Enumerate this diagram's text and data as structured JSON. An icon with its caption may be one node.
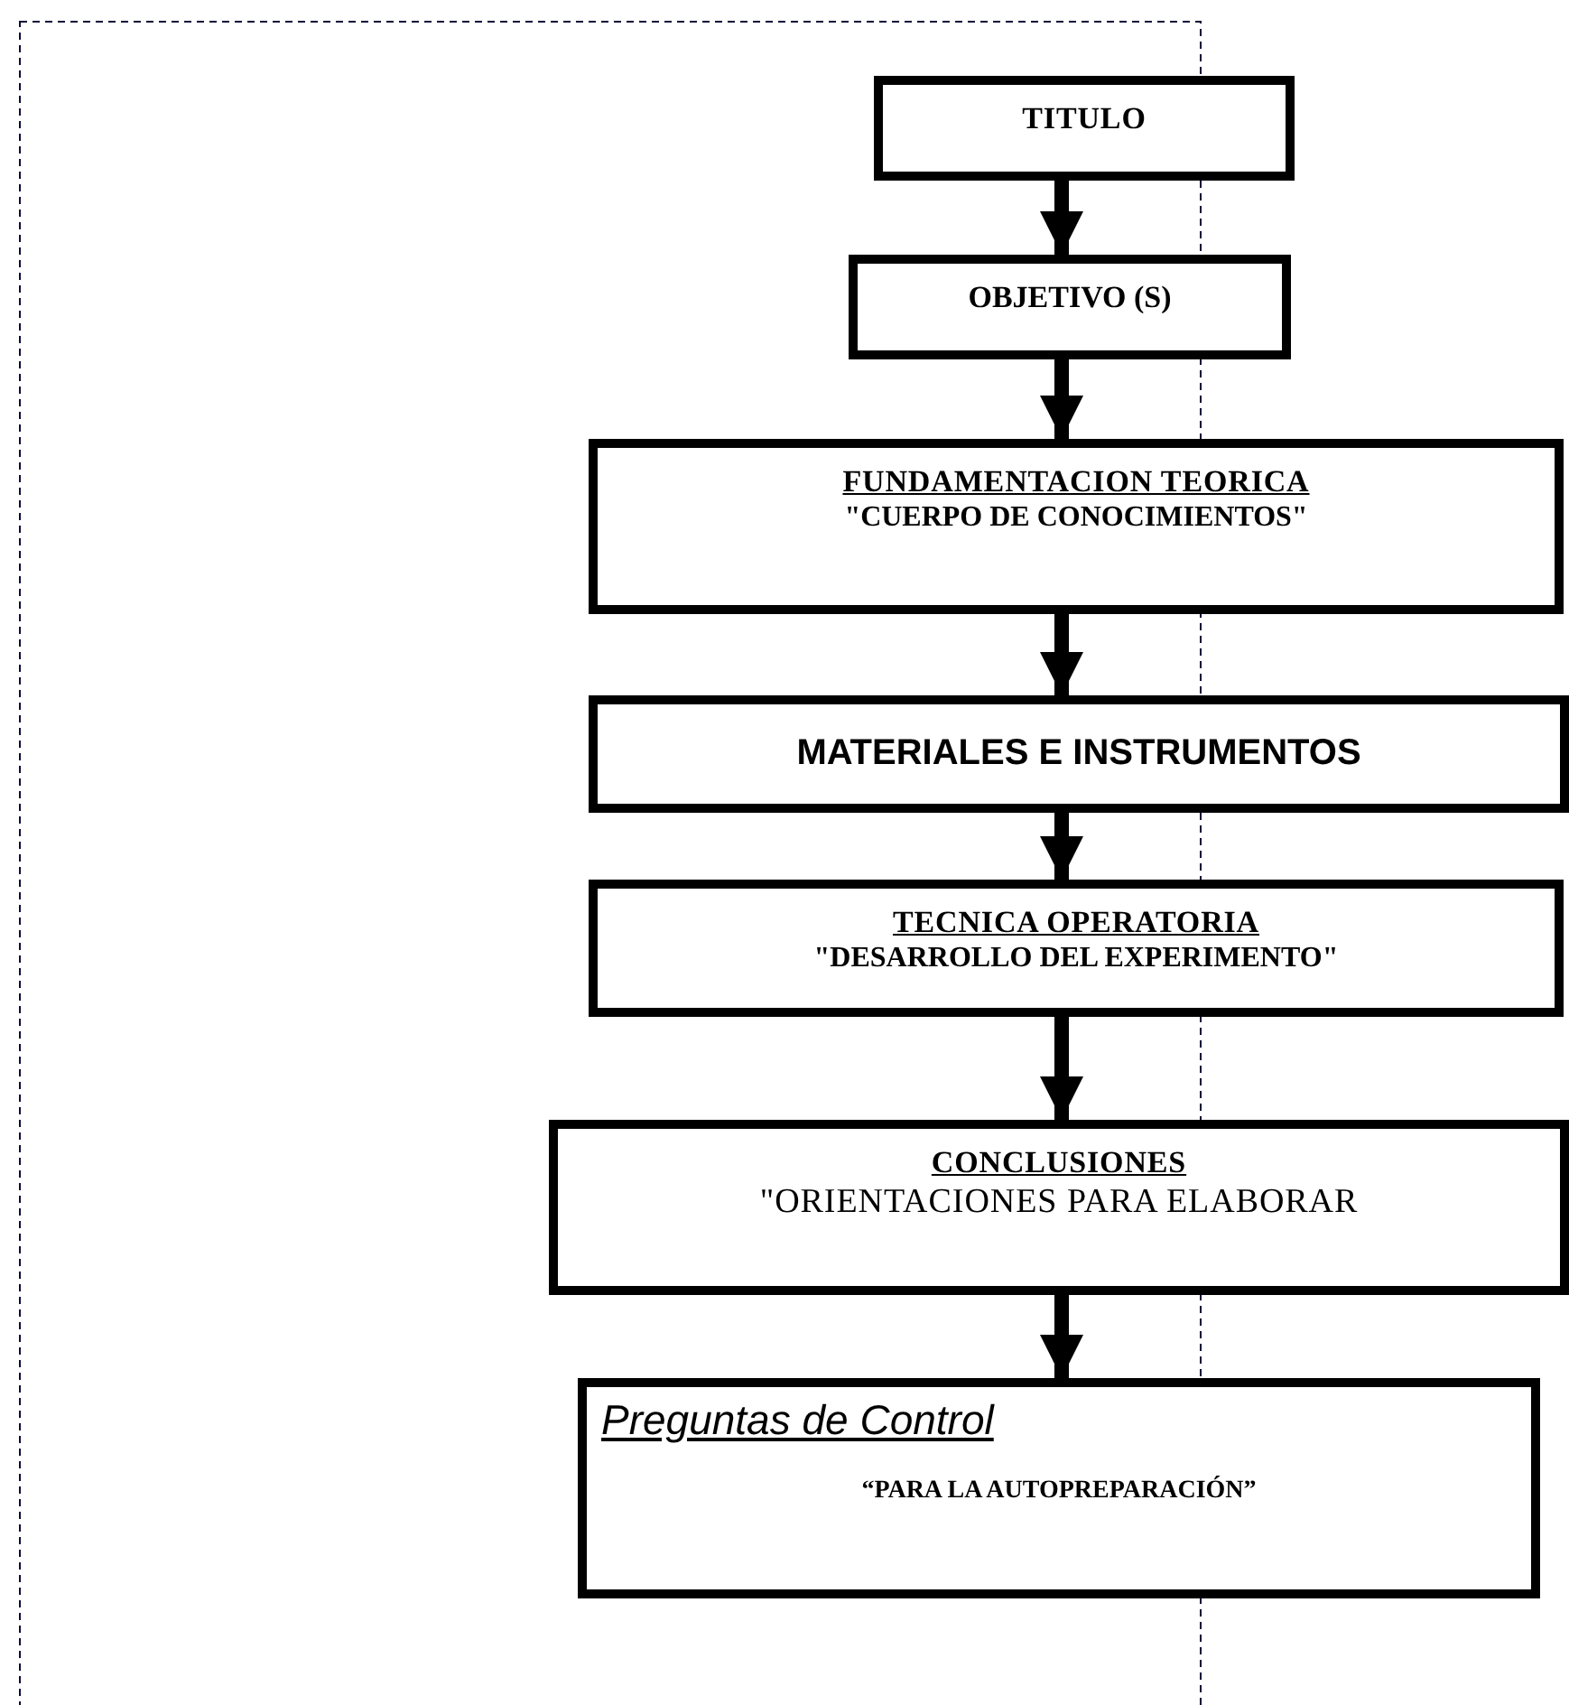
{
  "diagram": {
    "nodes": [
      {
        "text": [
          "TITULO"
        ]
      },
      {
        "text": [
          "OBJETIVO (S)"
        ]
      },
      {
        "text": [
          "FUNDAMENTACION TEORICA",
          "\"CUERPO DE CONOCIMIENTOS\""
        ]
      },
      {
        "text": [
          "MATERIALES E INSTRUMENTOS"
        ]
      },
      {
        "text": [
          "TECNICA OPERATORIA",
          "\"DESARROLLO DEL EXPERIMENTO\""
        ]
      },
      {
        "text": [
          "CONCLUSIONES",
          "\"ORIENTACIONES PARA ELABORAR"
        ]
      },
      {
        "text": [
          "Preguntas de Control",
          "“PARA LA AUTOPREPARACIÓN”"
        ]
      }
    ],
    "edges": [
      {
        "from": 0,
        "to": 1,
        "arrow": "to"
      },
      {
        "from": 1,
        "to": 2,
        "arrow": "to"
      },
      {
        "from": 2,
        "to": 3,
        "arrow": "to"
      },
      {
        "from": 3,
        "to": 4,
        "arrow": "to"
      },
      {
        "from": 4,
        "to": 5,
        "arrow": "to"
      },
      {
        "from": 5,
        "to": 6,
        "arrow": "to"
      }
    ]
  }
}
